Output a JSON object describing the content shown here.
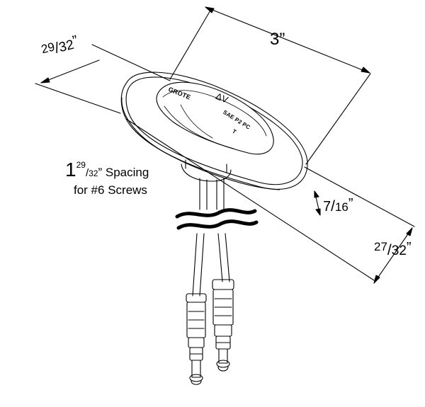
{
  "dimensions": {
    "length": "3”",
    "width": {
      "numerator": "29",
      "denominator": "32",
      "unit": "”"
    },
    "height": {
      "numerator": "7",
      "denominator": "16",
      "unit": "”"
    },
    "depth": {
      "numerator": "27",
      "denominator": "32",
      "unit": "”"
    }
  },
  "spacing_note": {
    "whole": "1",
    "numerator": "29",
    "denominator": "32",
    "rest": "” Spacing",
    "line2": "for #6 Screws"
  },
  "lens_markings": {
    "brand": "GROTE",
    "symbol": "ΔV",
    "code": "SAE P2 PC",
    "mark": "T"
  },
  "colors": {
    "line": "#000000",
    "background": "#ffffff",
    "shade": "#d0d0d0"
  }
}
